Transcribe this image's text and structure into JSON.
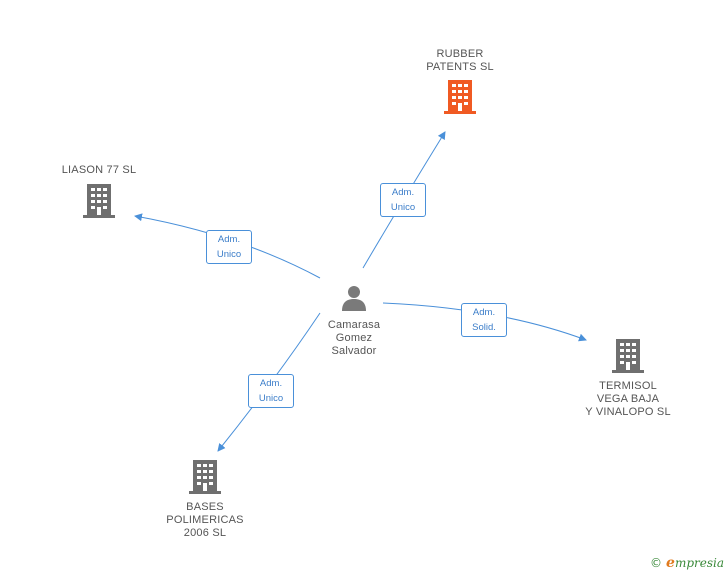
{
  "colors": {
    "edge": "#4a90d9",
    "company": "#6f6f6f",
    "highlight": "#f05a23",
    "person": "#7a7a7a"
  },
  "person": {
    "label": "Camarasa\nGomez\nSalvador",
    "icon": "person-icon"
  },
  "companies": {
    "rubber": {
      "label": "RUBBER\nPATENTS SL",
      "icon": "building-icon",
      "highlight": true
    },
    "liason": {
      "label": "LIASON 77 SL",
      "icon": "building-icon"
    },
    "termisol": {
      "label": "TERMISOL\nVEGA BAJA\nY VINALOPO SL",
      "icon": "building-icon"
    },
    "bases": {
      "label": "BASES\nPOLIMERICAS\n2006 SL",
      "icon": "building-icon"
    }
  },
  "relations": {
    "rubber": "Adm.\nUnico",
    "liason": "Adm.\nUnico",
    "termisol": "Adm.\nSolid.",
    "bases": "Adm.\nUnico"
  },
  "footer": {
    "symbol": "©",
    "brand_initial": "e",
    "brand_rest": "mpresia"
  }
}
